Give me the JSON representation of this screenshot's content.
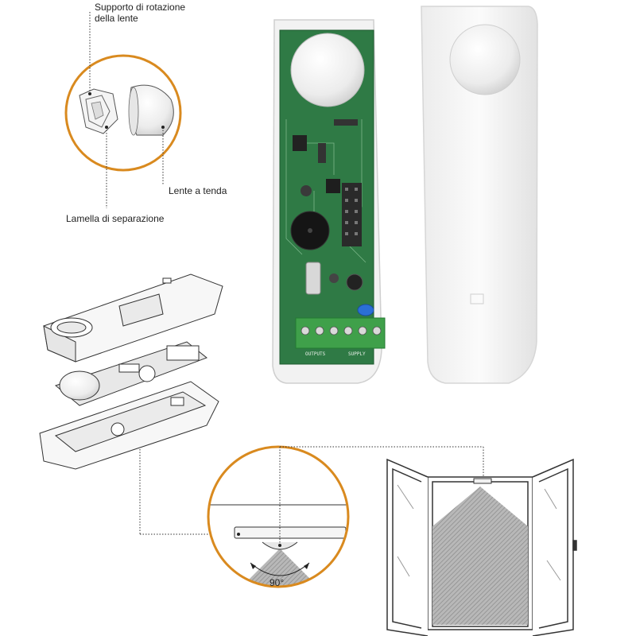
{
  "labels": {
    "lens_rotation_support_line1": "Supporto di rotazione",
    "lens_rotation_support_line2": "della lente",
    "curtain_lens": "Lente a tenda",
    "separation_blade": "Lamella di separazione",
    "angle": "90°",
    "terminal_outputs": "OUTPUTS",
    "terminal_supply": "SUPPLY"
  },
  "colors": {
    "callout_circle": "#d98a1f",
    "pcb_green": "#2f7a45",
    "housing_white": "#f3f3f3",
    "coverage_fill": "#a9a9a9"
  }
}
